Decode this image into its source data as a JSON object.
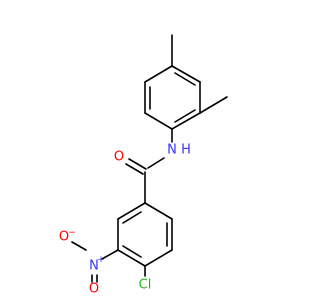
{
  "molecule": {
    "atoms": {
      "N_amide": {
        "label": "N",
        "color": "#3333ff"
      },
      "H_amide": {
        "label": "H",
        "color": "#3333ff"
      },
      "O_carbonyl": {
        "label": "O",
        "color": "#ff0000"
      },
      "N_nitro": {
        "label": "N",
        "color": "#3333ff",
        "charge": "+"
      },
      "O_nitro_minus": {
        "label": "O",
        "color": "#ff0000",
        "charge": "−"
      },
      "O_nitro": {
        "label": "O",
        "color": "#ff0000"
      },
      "Cl": {
        "label": "Cl",
        "color": "#1fb51f"
      }
    }
  }
}
